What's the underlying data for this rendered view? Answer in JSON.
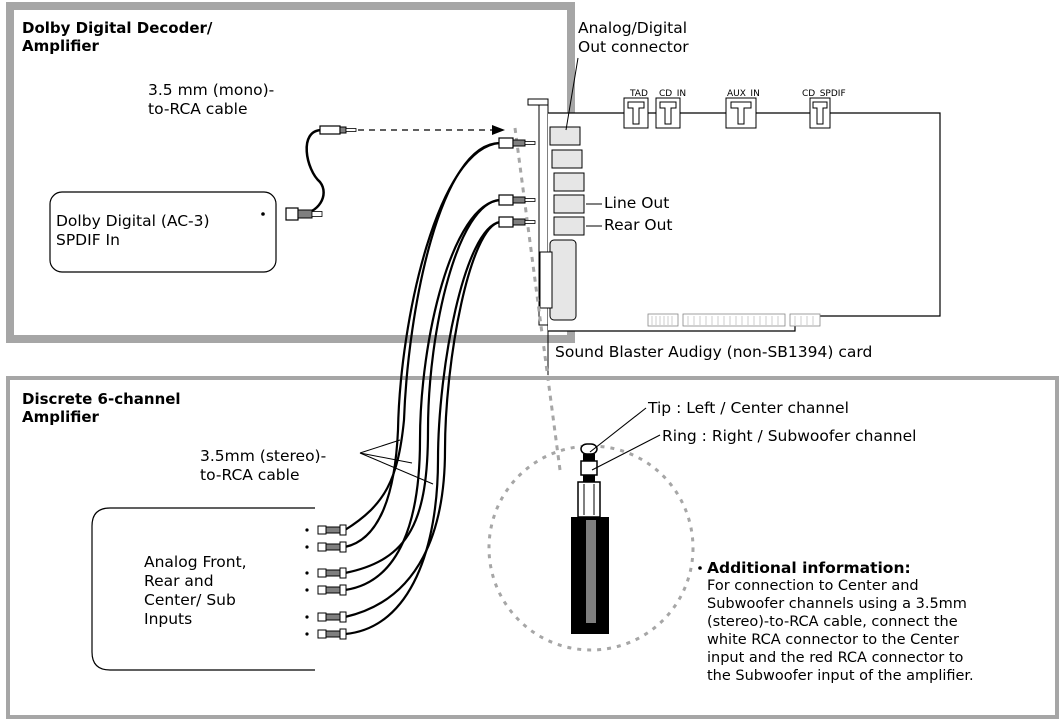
{
  "panels": {
    "dolby_title": "Dolby Digital Decoder/\nAmplifier",
    "discrete_title": "Discrete 6-channel\nAmplifier"
  },
  "labels": {
    "mono_cable": "3.5 mm (mono)-\nto-RCA cable",
    "dolby_input": "Dolby Digital (AC-3)\nSPDIF In",
    "analog_digital_out": "Analog/Digital\nOut connector",
    "line_out": "Line Out",
    "rear_out": "Rear Out",
    "card_name": "Sound Blaster Audigy (non-SB1394) card",
    "stereo_cable": "3.5mm (stereo)-\nto-RCA cable",
    "analog_inputs": "Analog Front,\nRear and\nCenter/ Sub\nInputs",
    "tip": "Tip : Left / Center channel",
    "ring": "Ring : Right / Subwoofer channel"
  },
  "card_connectors": {
    "tad": "TAD",
    "cd_in": "CD_IN",
    "aux_in": "AUX_IN",
    "cd_spdif": "CD_SPDIF"
  },
  "additional_info": {
    "heading": "Additional information:",
    "body": "For connection to Center and\nSubwoofer channels using a 3.5mm\n(stereo)-to-RCA cable, connect the\nwhite RCA connector to the Center\ninput and the red RCA connector to\nthe Subwoofer input of the amplifier."
  },
  "colors": {
    "panel_border": "#a6a6a6",
    "dashed_line": "#a6a6a6",
    "ink": "#000000",
    "plug_gray": "#7f7f7f",
    "fill_light": "#d9d9d9"
  }
}
